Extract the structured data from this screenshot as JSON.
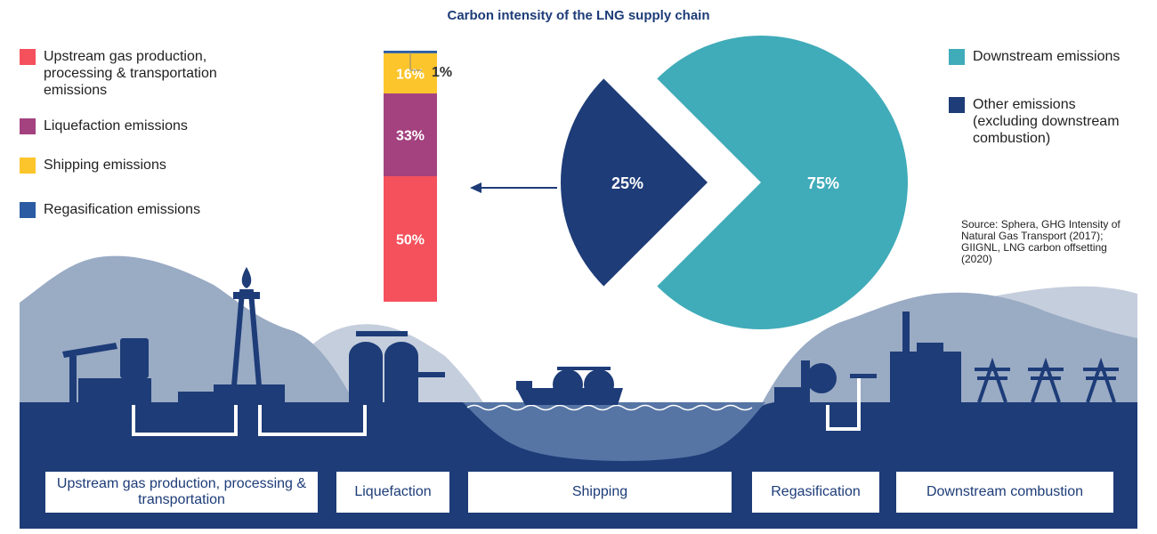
{
  "chart_data": [
    {
      "type": "bar",
      "categories": [
        "Other emissions (excluding downstream combustion)"
      ],
      "series": [
        {
          "name": "Upstream gas production, processing & transportation emissions",
          "values": [
            50
          ],
          "label": "50%",
          "color": "#f4515c"
        },
        {
          "name": "Liquefaction emissions",
          "values": [
            33
          ],
          "label": "33%",
          "color": "#a3427f"
        },
        {
          "name": "Shipping emissions",
          "values": [
            16
          ],
          "label": "16%",
          "color": "#fcc52c"
        },
        {
          "name": "Regasification emissions",
          "values": [
            1
          ],
          "label": "1%",
          "color": "#2a5ba3"
        }
      ],
      "stacked": true,
      "ylim": [
        0,
        100
      ]
    },
    {
      "type": "pie",
      "title": "Carbon intensity of the LNG supply chain",
      "slices": [
        {
          "name": "Downstream emissions",
          "value": 75,
          "label": "75%",
          "color": "#40abb9"
        },
        {
          "name": "Other emissions (excluding downstream combustion)",
          "value": 25,
          "label": "25%",
          "color": "#1d3c78"
        }
      ]
    }
  ],
  "legend_left": [
    {
      "label": "Upstream gas production, processing & transportation emissions",
      "color": "#f4515c"
    },
    {
      "label": "Liquefaction emissions",
      "color": "#a3427f"
    },
    {
      "label": "Shipping emissions",
      "color": "#fcc52c"
    },
    {
      "label": "Regasification emissions",
      "color": "#2a5ba3"
    }
  ],
  "legend_right": [
    {
      "label": "Downstream emissions",
      "color": "#40abb9"
    },
    {
      "label": "Other emissions (excluding downstream combustion)",
      "color": "#1d3c78"
    }
  ],
  "source": "Source: Sphera, GHG Intensity of Natural Gas Transport (2017); GIIGNL, LNG carbon offsetting (2020)",
  "stages": [
    "Upstream gas production, processing & transportation",
    "Liquefaction",
    "Shipping",
    "Regasification",
    "Downstream combustion"
  ],
  "colors": {
    "navy": "#1d3c78",
    "hill": "#9aabc4",
    "hill_light": "#c5cedc",
    "water": "#5675a5"
  }
}
